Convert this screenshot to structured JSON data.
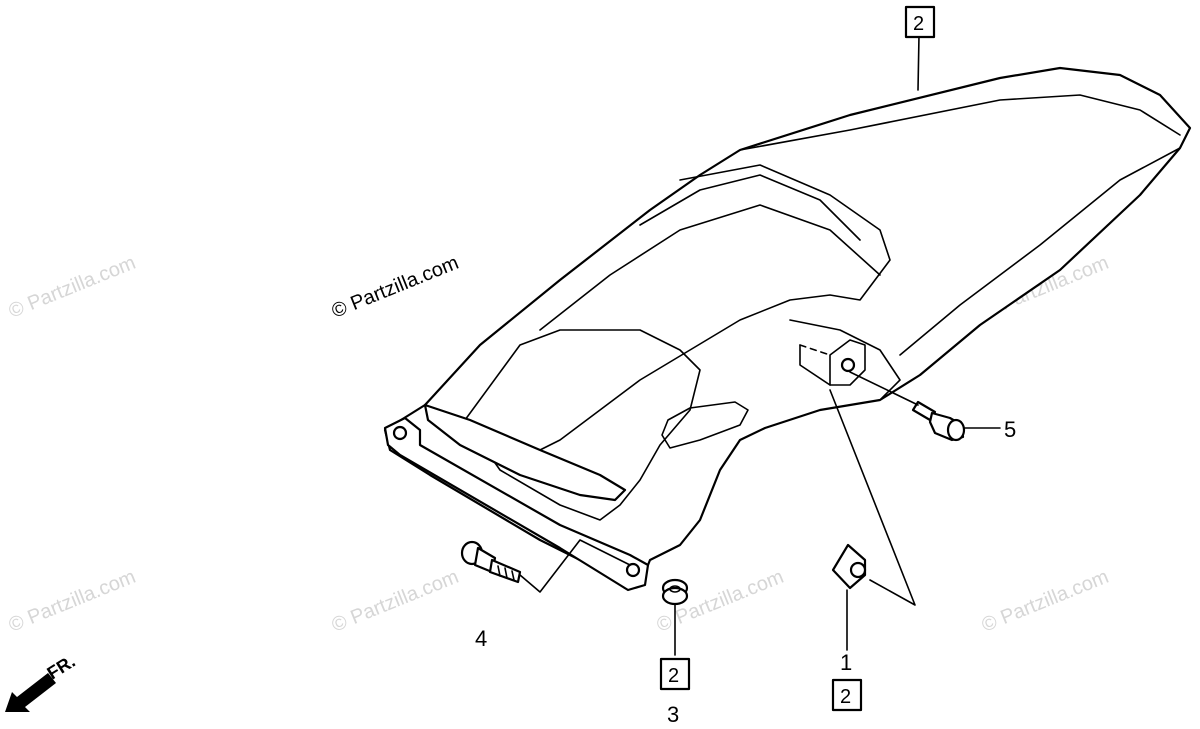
{
  "diagram": {
    "watermark_main": "© Partzilla.com",
    "watermark_faint": "© Partzilla.com",
    "direction_label": "FR.",
    "callouts": [
      {
        "id": "callout-top",
        "text": "2",
        "boxed": true
      },
      {
        "id": "callout-5",
        "text": "5",
        "boxed": false
      },
      {
        "id": "callout-4",
        "text": "4",
        "boxed": false
      },
      {
        "id": "callout-3-qty",
        "text": "2",
        "boxed": true
      },
      {
        "id": "callout-3",
        "text": "3",
        "boxed": false
      },
      {
        "id": "callout-1",
        "text": "1",
        "boxed": false
      },
      {
        "id": "callout-1-qty",
        "text": "2",
        "boxed": true
      }
    ]
  }
}
